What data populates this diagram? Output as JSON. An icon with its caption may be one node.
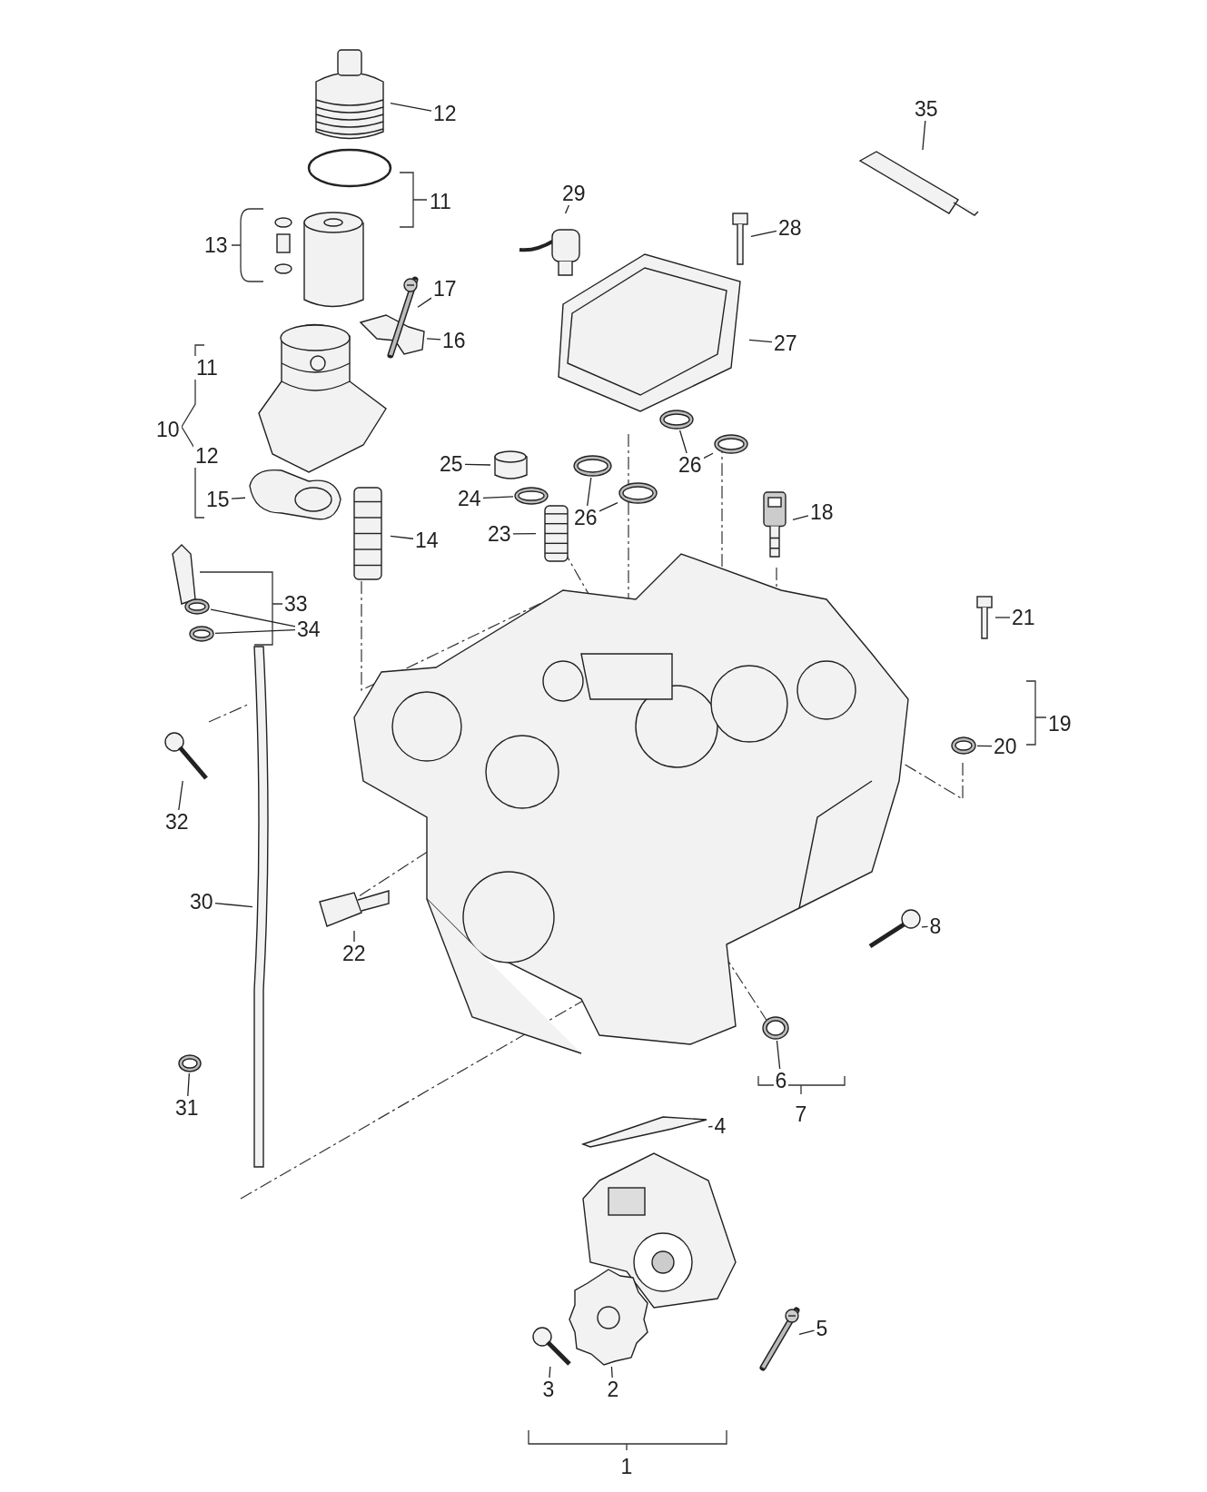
{
  "diagram": {
    "nodes": [
      {
        "text": [
          "12"
        ]
      },
      {
        "text": [],
        "shape": "picture"
      },
      {
        "text": [
          "35"
        ]
      },
      {
        "text": [],
        "shape": "picture"
      },
      {
        "text": [
          "29"
        ]
      },
      {
        "text": [],
        "shape": "picture"
      },
      {
        "text": [
          "28"
        ]
      },
      {
        "text": [],
        "shape": "picture"
      },
      {
        "text": [
          "17"
        ]
      },
      {
        "text": [],
        "shape": "picture"
      },
      {
        "text": [
          "16"
        ]
      },
      {
        "text": [],
        "shape": "picture"
      },
      {
        "text": [
          "27"
        ]
      },
      {
        "text": [],
        "shape": "picture"
      },
      {
        "text": [
          "25"
        ]
      },
      {
        "text": [],
        "shape": "picture"
      },
      {
        "text": [
          "26"
        ]
      },
      {
        "text": [],
        "shape": "picture"
      },
      {
        "text": [],
        "shape": "picture"
      },
      {
        "text": [
          "24"
        ]
      },
      {
        "text": [],
        "shape": "picture"
      },
      {
        "text": [
          "26"
        ]
      },
      {
        "text": [],
        "shape": "picture"
      },
      {
        "text": [],
        "shape": "picture"
      },
      {
        "text": [
          "15"
        ]
      },
      {
        "text": [],
        "shape": "picture"
      },
      {
        "text": [
          "18"
        ]
      },
      {
        "text": [],
        "shape": "picture"
      },
      {
        "text": [
          "23"
        ]
      },
      {
        "text": [],
        "shape": "picture"
      },
      {
        "text": [
          "14"
        ]
      },
      {
        "text": [],
        "shape": "picture"
      },
      {
        "text": [
          "21"
        ]
      },
      {
        "text": [],
        "shape": "picture"
      },
      {
        "text": [
          "34"
        ]
      },
      {
        "text": [],
        "shape": "picture"
      },
      {
        "text": [],
        "shape": "picture"
      },
      {
        "text": [
          "20"
        ]
      },
      {
        "text": [],
        "shape": "picture"
      },
      {
        "text": [
          "32"
        ]
      },
      {
        "text": [],
        "shape": "picture"
      },
      {
        "text": [
          "30"
        ]
      },
      {
        "text": [],
        "shape": "picture"
      },
      {
        "text": [
          "22"
        ]
      },
      {
        "text": [],
        "shape": "picture"
      },
      {
        "text": [
          "8"
        ]
      },
      {
        "text": [],
        "shape": "picture"
      },
      {
        "text": [
          "6"
        ]
      },
      {
        "text": [],
        "shape": "picture"
      },
      {
        "text": [
          "31"
        ]
      },
      {
        "text": [],
        "shape": "picture"
      },
      {
        "text": [
          "4"
        ]
      },
      {
        "text": [],
        "shape": "picture"
      },
      {
        "text": [
          "5"
        ]
      },
      {
        "text": [],
        "shape": "picture"
      },
      {
        "text": [
          "3"
        ]
      },
      {
        "text": [],
        "shape": "picture"
      },
      {
        "text": [
          "2"
        ]
      },
      {
        "text": [],
        "shape": "picture"
      },
      {
        "text": [
          "11"
        ]
      },
      {
        "text": [
          "13"
        ]
      },
      {
        "text": [
          "11"
        ]
      },
      {
        "text": [
          "10"
        ]
      },
      {
        "text": [
          "12"
        ]
      },
      {
        "text": [
          "33"
        ]
      },
      {
        "text": [
          "19"
        ]
      },
      {
        "text": [
          "7"
        ]
      },
      {
        "text": [
          "1"
        ]
      },
      {
        "text": [],
        "shape": "picture"
      }
    ],
    "edges": [
      {
        "from": 0,
        "to": 1,
        "arrow": "none"
      },
      {
        "from": 2,
        "to": 3,
        "arrow": "none"
      },
      {
        "from": 4,
        "to": 5,
        "arrow": "none"
      },
      {
        "from": 6,
        "to": 7,
        "arrow": "none"
      },
      {
        "from": 8,
        "to": 9,
        "arrow": "none"
      },
      {
        "from": 10,
        "to": 11,
        "arrow": "none"
      },
      {
        "from": 12,
        "to": 13,
        "arrow": "none"
      },
      {
        "from": 14,
        "to": 15,
        "arrow": "none"
      },
      {
        "from": 16,
        "to": 17,
        "arrow": "none"
      },
      {
        "from": 16,
        "to": 18,
        "arrow": "none"
      },
      {
        "from": 19,
        "to": 20,
        "arrow": "none"
      },
      {
        "from": 21,
        "to": 22,
        "arrow": "none"
      },
      {
        "from": 21,
        "to": 23,
        "arrow": "none"
      },
      {
        "from": 24,
        "to": 25,
        "arrow": "none"
      },
      {
        "from": 26,
        "to": 27,
        "arrow": "none"
      },
      {
        "from": 28,
        "to": 29,
        "arrow": "none"
      },
      {
        "from": 30,
        "to": 31,
        "arrow": "none"
      },
      {
        "from": 32,
        "to": 33,
        "arrow": "none"
      },
      {
        "from": 34,
        "to": 35,
        "arrow": "none"
      },
      {
        "from": 34,
        "to": 36,
        "arrow": "none"
      },
      {
        "from": 37,
        "to": 38,
        "arrow": "none"
      },
      {
        "from": 39,
        "to": 40,
        "arrow": "none"
      },
      {
        "from": 41,
        "to": 42,
        "arrow": "none"
      },
      {
        "from": 43,
        "to": 44,
        "arrow": "none"
      },
      {
        "from": 45,
        "to": 46,
        "arrow": "none"
      },
      {
        "from": 47,
        "to": 48,
        "arrow": "none"
      },
      {
        "from": 49,
        "to": 50,
        "arrow": "none"
      },
      {
        "from": 51,
        "to": 52,
        "arrow": "none"
      },
      {
        "from": 53,
        "to": 54,
        "arrow": "none"
      },
      {
        "from": 55,
        "to": 56,
        "arrow": "none"
      },
      {
        "from": 57,
        "to": 58,
        "arrow": "none"
      }
    ]
  }
}
